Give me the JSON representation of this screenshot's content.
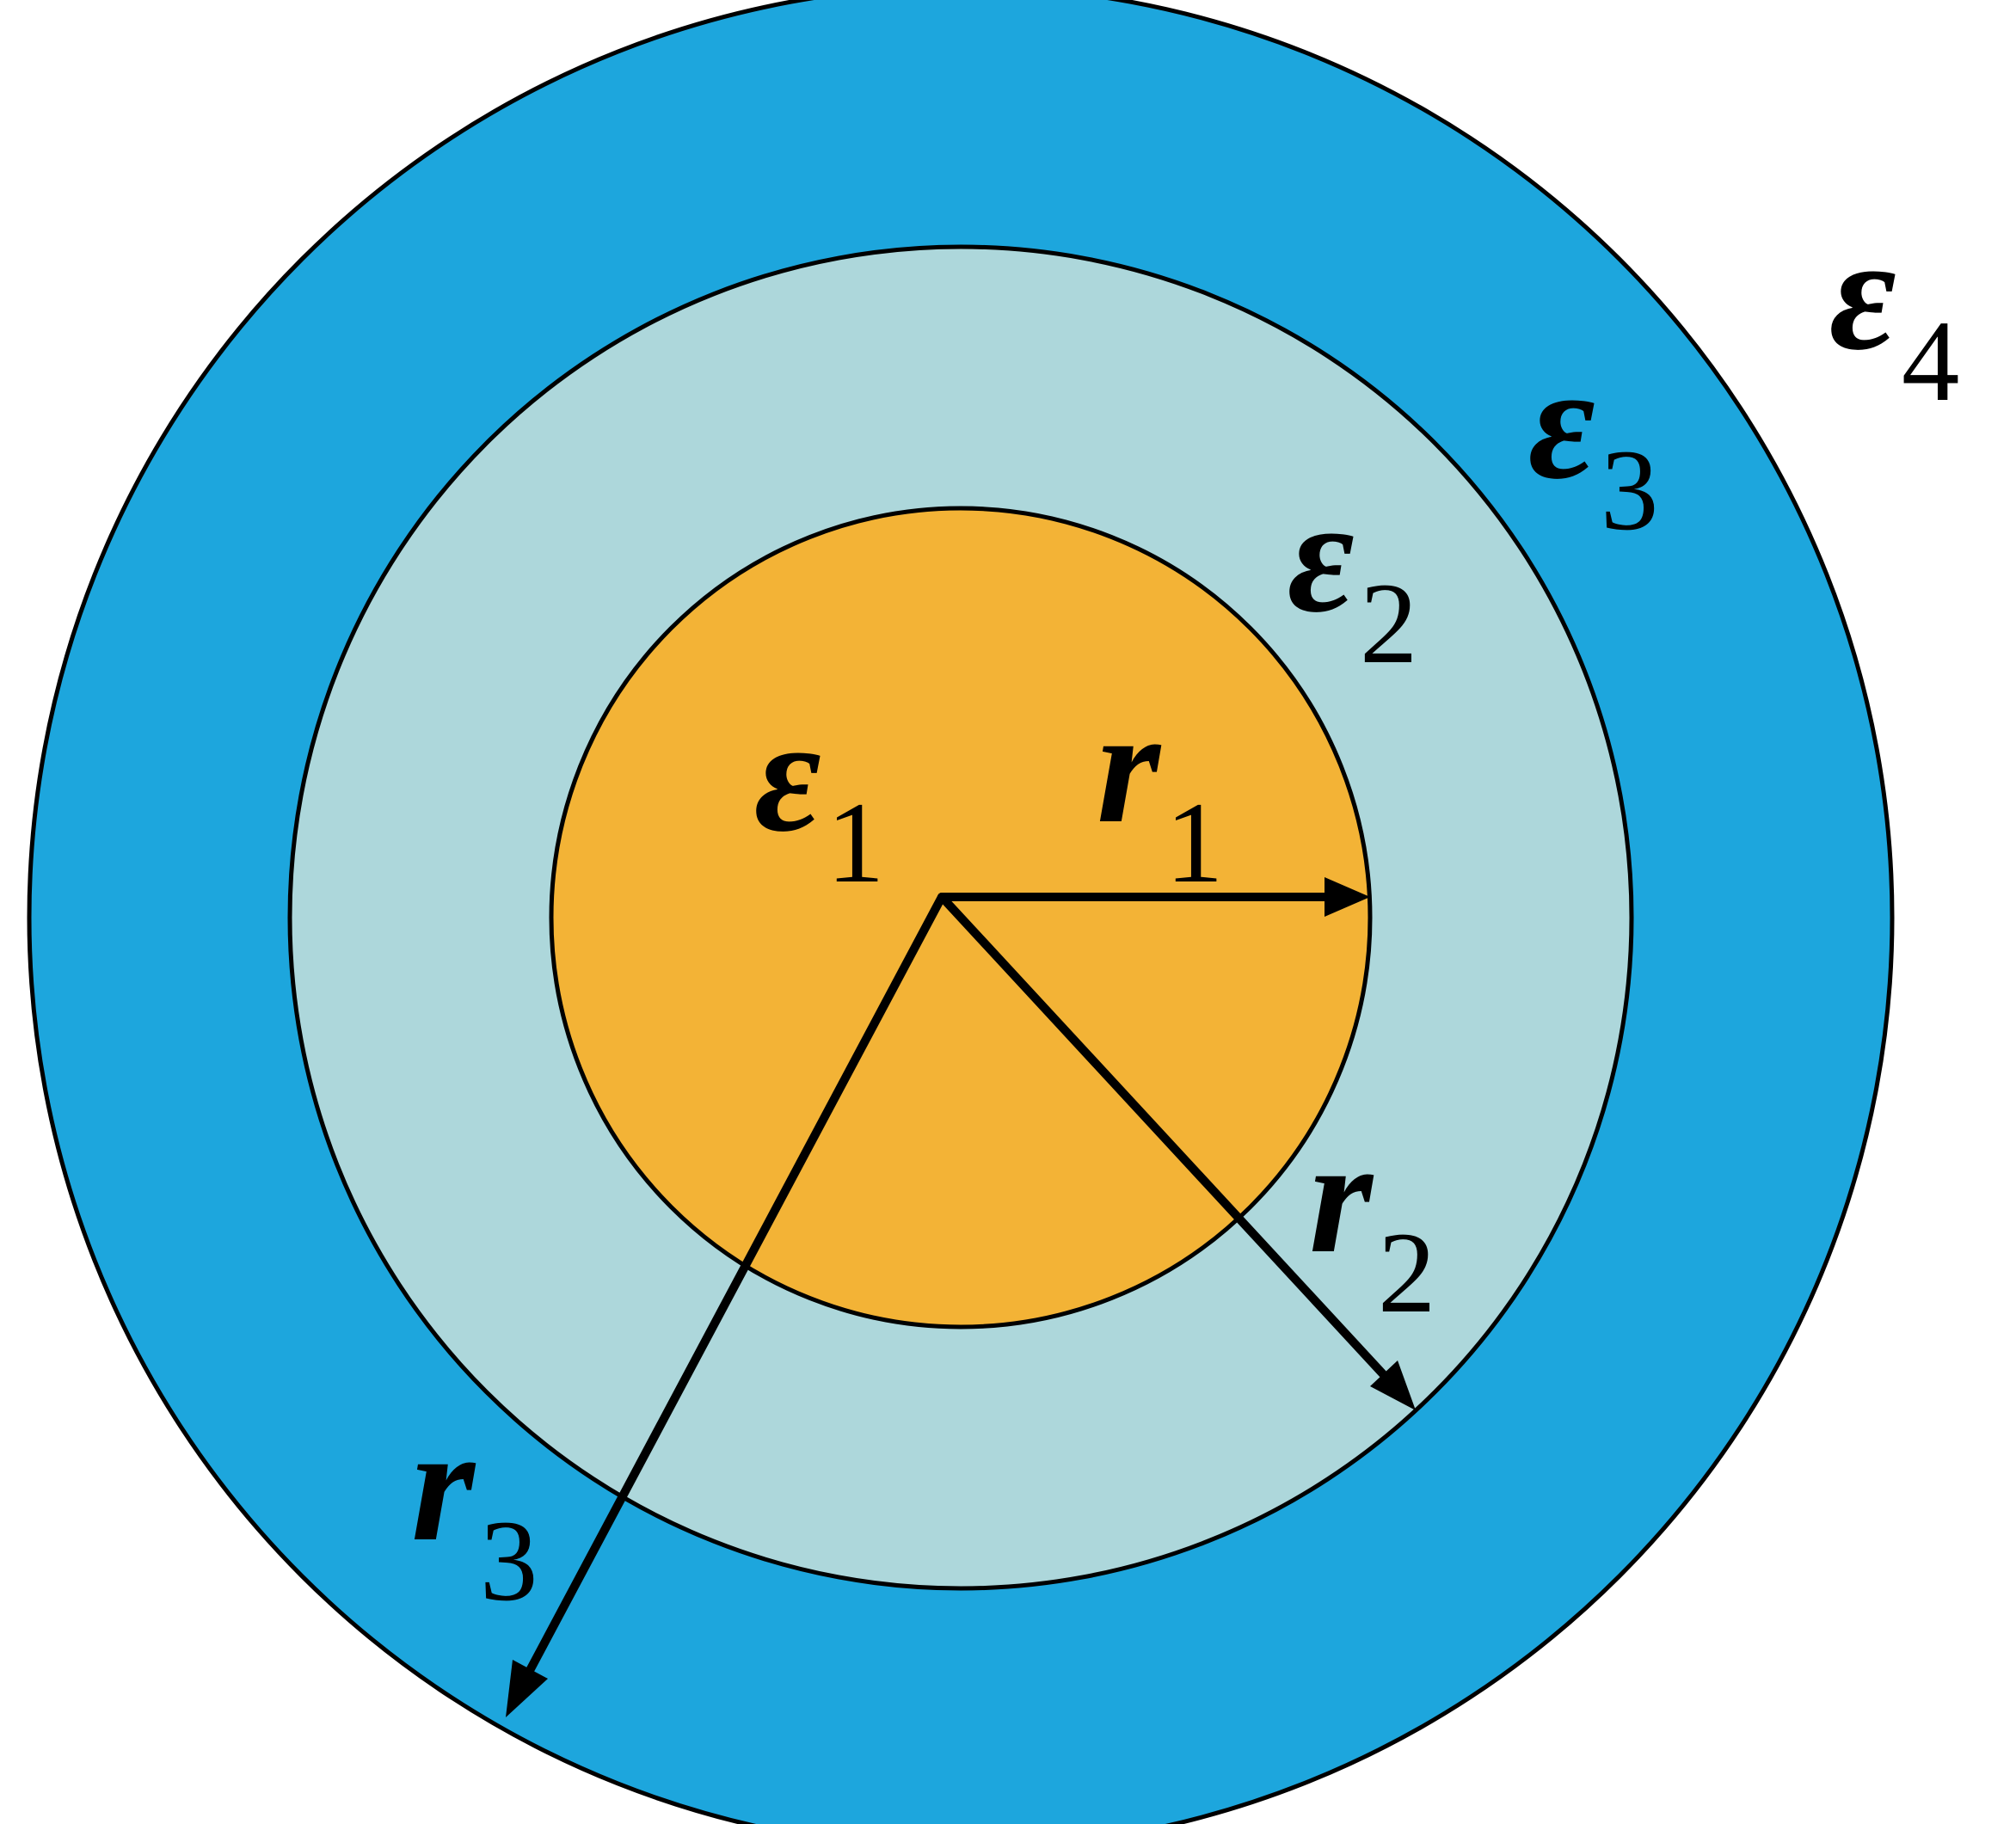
{
  "colors": {
    "region_1": "#F3B336",
    "region_2": "#ADD7DB",
    "region_3": "#1DA6DD",
    "region_4": "#FFFFFF",
    "stroke": "#000000"
  },
  "regions": [
    {
      "symbol": "ε",
      "subscript": "1"
    },
    {
      "symbol": "ε",
      "subscript": "2"
    },
    {
      "symbol": "ε",
      "subscript": "3"
    },
    {
      "symbol": "ε",
      "subscript": "4"
    }
  ],
  "radii": [
    {
      "symbol": "r",
      "subscript": "1"
    },
    {
      "symbol": "r",
      "subscript": "2"
    },
    {
      "symbol": "r",
      "subscript": "3"
    }
  ]
}
